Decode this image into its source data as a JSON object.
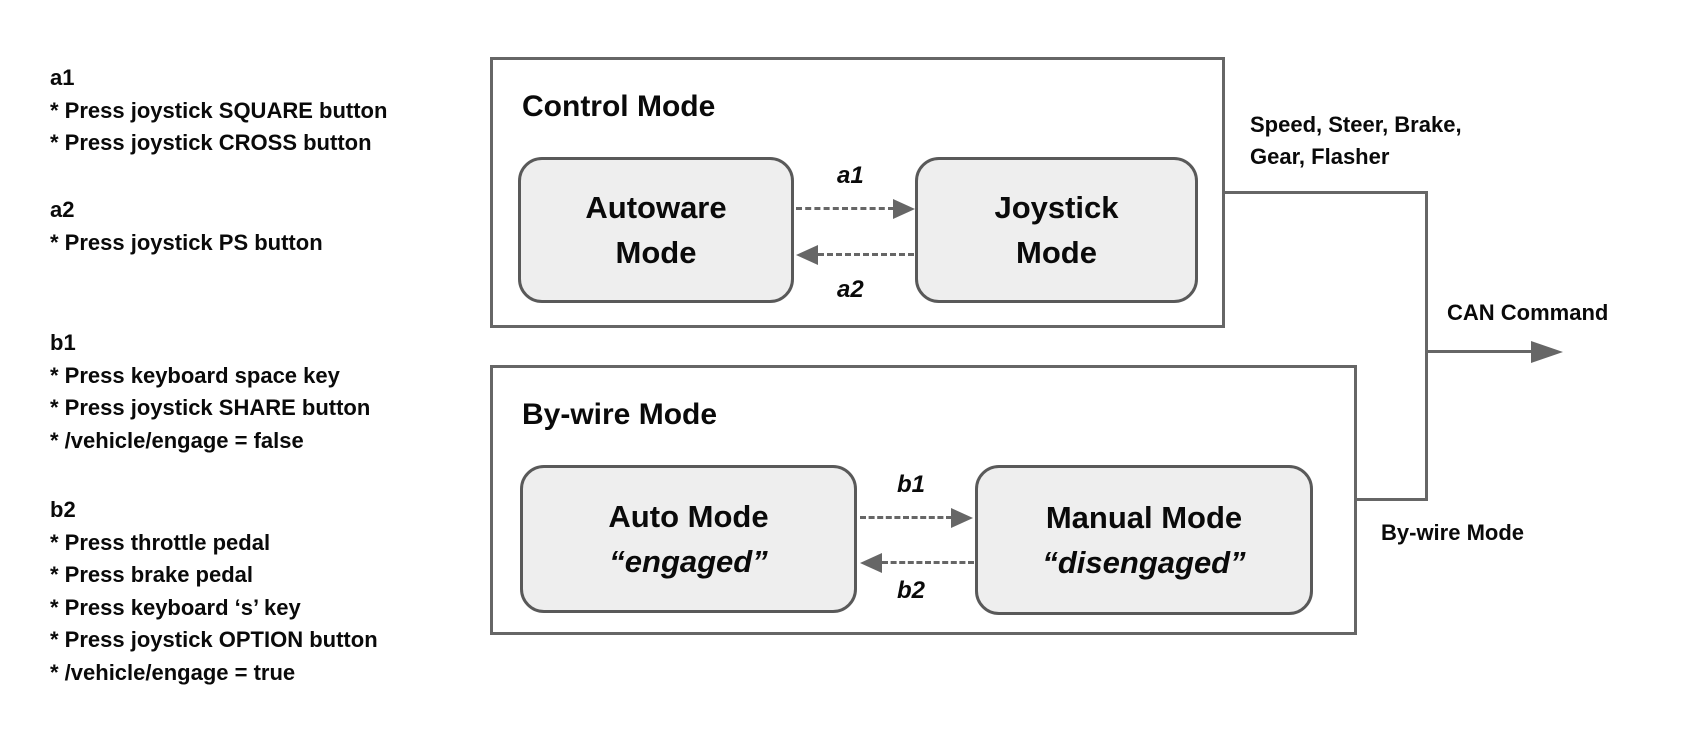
{
  "annotations": {
    "a1": {
      "header": "a1",
      "items": [
        "* Press joystick SQUARE button",
        "* Press joystick CROSS button"
      ]
    },
    "a2": {
      "header": "a2",
      "items": [
        "* Press joystick PS button"
      ]
    },
    "b1": {
      "header": "b1",
      "items": [
        "* Press keyboard space key",
        "* Press joystick SHARE button",
        "* /vehicle/engage = false"
      ]
    },
    "b2": {
      "header": "b2",
      "items": [
        "* Press throttle pedal",
        "* Press brake pedal",
        "* Press keyboard ‘s’ key",
        "* Press joystick OPTION button",
        "* /vehicle/engage = true"
      ]
    }
  },
  "control_mode": {
    "title": "Control Mode",
    "autoware_state": {
      "line1": "Autoware",
      "line2": "Mode"
    },
    "joystick_state": {
      "line1": "Joystick",
      "line2": "Mode"
    },
    "transition_a1": "a1",
    "transition_a2": "a2"
  },
  "bywire_mode": {
    "title": "By-wire Mode",
    "auto_state": {
      "line1": "Auto Mode",
      "line2": "“engaged”"
    },
    "manual_state": {
      "line1": "Manual Mode",
      "line2": "“disengaged”"
    },
    "transition_b1": "b1",
    "transition_b2": "b2"
  },
  "outputs": {
    "signals_line1": "Speed, Steer, Brake,",
    "signals_line2": "Gear, Flasher",
    "can_command": "CAN Command",
    "bywire_label": "By-wire Mode"
  },
  "colors": {
    "line": "#666666",
    "state_fill": "#eeeeee",
    "state_border": "#595959",
    "text": "#0a0a0a"
  }
}
